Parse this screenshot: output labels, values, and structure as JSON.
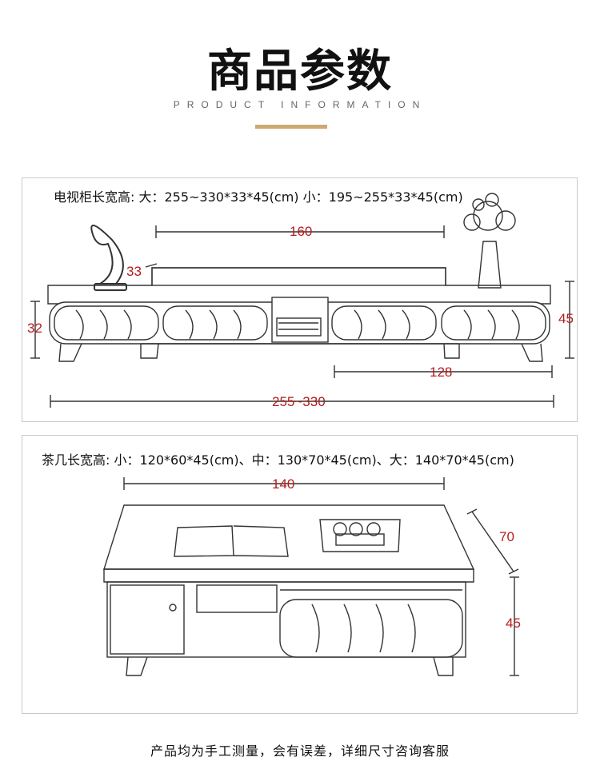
{
  "header": {
    "title": "商品参数",
    "subtitle": "PRODUCT INFORMATION"
  },
  "tv_cabinet": {
    "spec": "电视柜长宽高: 大：255~330*33*45(cm)    小：195~255*33*45(cm)",
    "dims": {
      "top_width": "160",
      "depth": "33",
      "side_height": "32",
      "total_height": "45",
      "drawer_width": "128",
      "total_length": "255~330"
    }
  },
  "coffee_table": {
    "spec": "茶几长宽高: 小：120*60*45(cm)、中：130*70*45(cm)、大：140*70*45(cm)",
    "dims": {
      "length": "140",
      "width": "70",
      "height": "45"
    }
  },
  "footer": {
    "note": "产品均为手工测量，会有误差，详细尺寸咨询客服"
  },
  "colors": {
    "accent_gold": "#cfa974",
    "dimension_red": "#b71c1c",
    "line_gray": "#333333"
  }
}
